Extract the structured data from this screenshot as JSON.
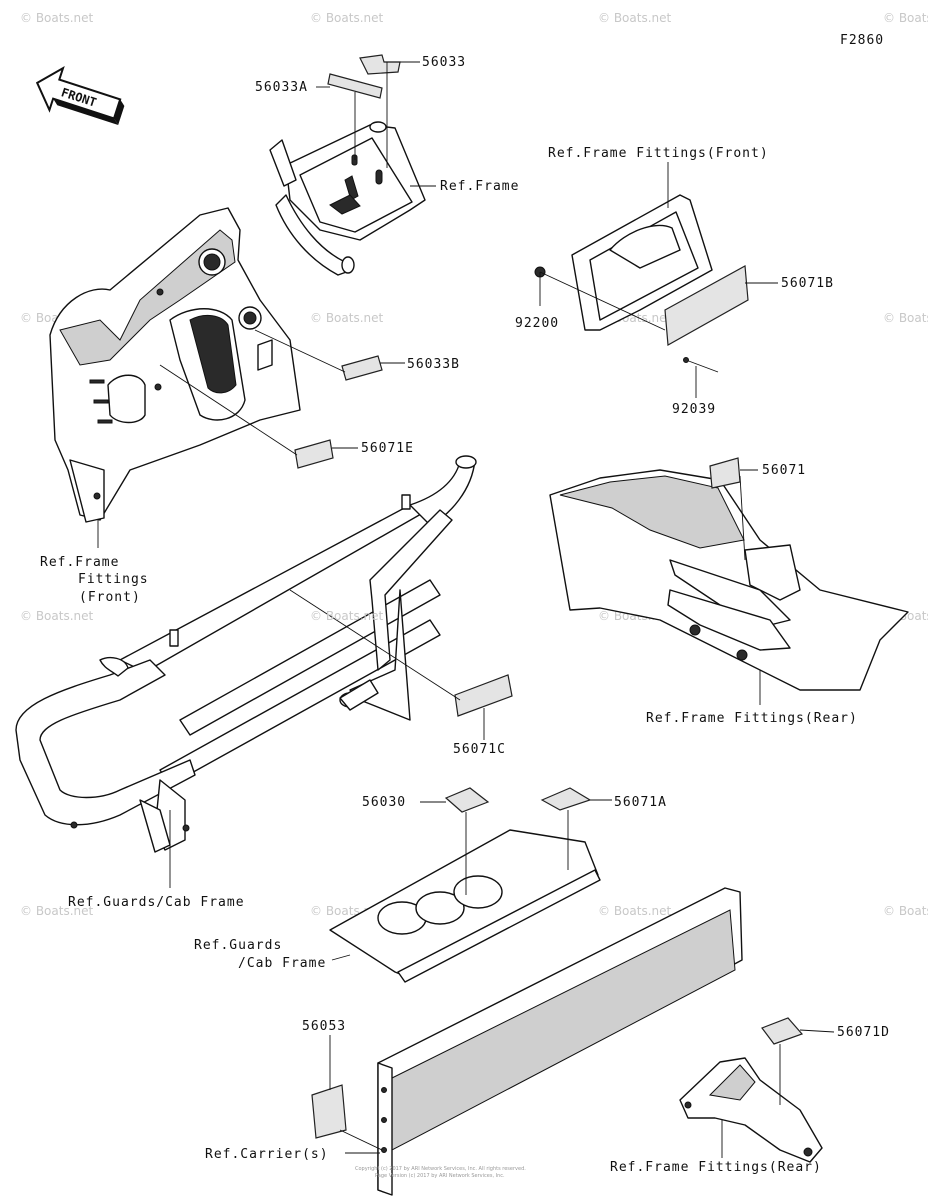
{
  "figure_code": "F2860",
  "front_arrow_label": "FRONT",
  "watermark": "© Boats.net",
  "center_watermark": "© Boats.net",
  "labels": {
    "p56033": "56033",
    "p56033A": "56033A",
    "ref_frame": "Ref.Frame",
    "ref_frame_fittings_front_top": "Ref.Frame Fittings(Front)",
    "p56071B": "56071B",
    "p92200": "92200",
    "p92039": "92039",
    "p56033B": "56033B",
    "p56071E": "56071E",
    "ref_ff_front_left_1": "Ref.Frame",
    "ref_ff_front_left_2": "Fittings",
    "ref_ff_front_left_3": "(Front)",
    "p56071": "56071",
    "ref_frame_fittings_rear_1": "Ref.Frame Fittings(Rear)",
    "p56071C": "56071C",
    "p56030": "56030",
    "p56071A": "56071A",
    "ref_guards_cab_frame_1": "Ref.Guards/Cab Frame",
    "ref_guards_2a": "Ref.Guards",
    "ref_guards_2b": "/Cab Frame",
    "p56053": "56053",
    "p56071D": "56071D",
    "ref_carriers": "Ref.Carrier(s)",
    "ref_frame_fittings_rear_2": "Ref.Frame Fittings(Rear)"
  },
  "copyright_line_1": "Copyright (c) 2017 by ARI Network Services, Inc. All rights reserved.",
  "copyright_line_2": "Page Version (c) 2017 by ARI Network Services, Inc."
}
